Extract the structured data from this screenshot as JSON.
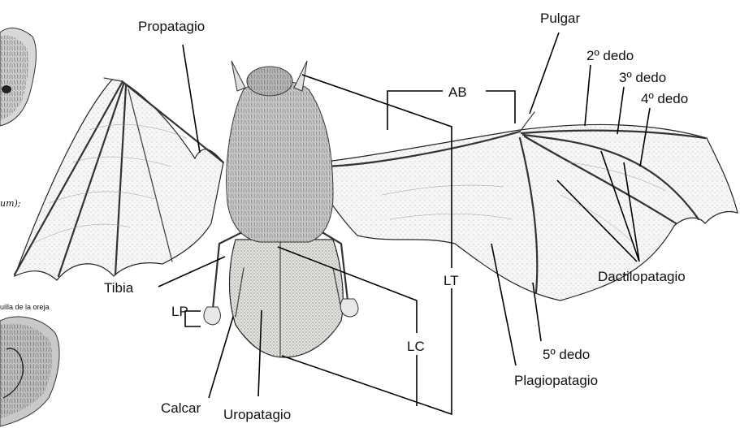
{
  "labels": {
    "propatagio": "Propatagio",
    "pulgar": "Pulgar",
    "dedo2": "2º dedo",
    "dedo3": "3º dedo",
    "dedo4": "4º dedo",
    "ab": "AB",
    "tibia": "Tibia",
    "lt": "LT",
    "lp": "LP",
    "lc": "LC",
    "dactilopatagio": "Dactilopatagio",
    "dedo5": "5º dedo",
    "plagiopatagio": "Plagiopatagio",
    "calcar": "Calcar",
    "uropatagio": "Uropatagio"
  },
  "fragments": {
    "left_snippet_um": "um);",
    "left_snippet_oreja": "uilla de la oreja"
  },
  "colors": {
    "ink": "#111111",
    "membrane": "#f6f6f4",
    "fur": "#cfcfcf"
  }
}
